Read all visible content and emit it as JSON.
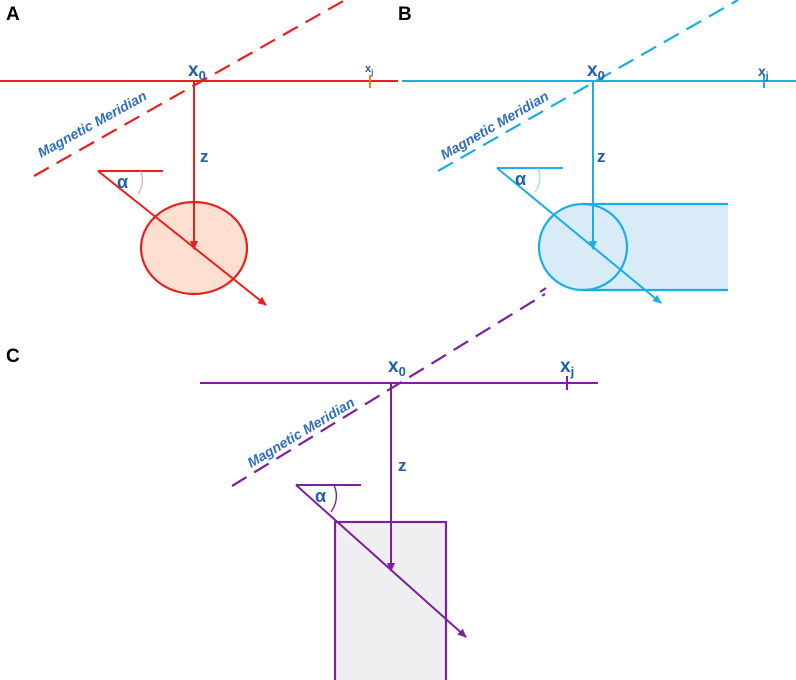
{
  "panels": [
    {
      "id": "A",
      "label": "A",
      "origin_label": "x",
      "origin_sub": "0",
      "station_label": "x",
      "station_sub": "j",
      "depth_label": "z",
      "angle_label": "α",
      "meridian_label": "Magnetic Meridian",
      "body": "sphere",
      "color": "#e8201e",
      "fill": "#fde0d2"
    },
    {
      "id": "B",
      "label": "B",
      "origin_label": "x",
      "origin_sub": "0",
      "station_label": "x",
      "station_sub": "j",
      "depth_label": "z",
      "angle_label": "α",
      "meridian_label": "Magnetic Meridian",
      "body": "horizontal-cylinder",
      "color": "#1aaee4",
      "fill": "#d9ebf7"
    },
    {
      "id": "C",
      "label": "C",
      "origin_label": "x",
      "origin_sub": "0",
      "station_label": "x",
      "station_sub": "j",
      "depth_label": "z",
      "angle_label": "α",
      "meridian_label": "Magnetic Meridian",
      "body": "vertical-cylinder",
      "color": "#7f1fa0",
      "fill": "#efeff1"
    }
  ],
  "colors": {
    "label_blue": "#1f5fa8",
    "meridian_text": "#2f6fbe",
    "station_tick_A": "#f07b2c"
  }
}
